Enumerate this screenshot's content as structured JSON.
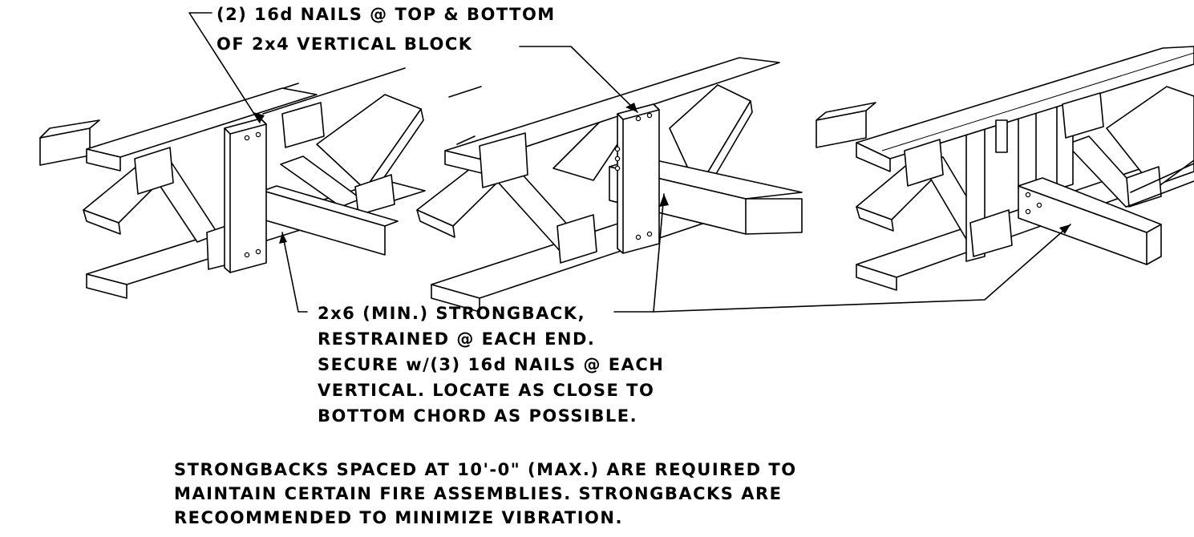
{
  "annotations": {
    "nails_line1": "(2) 16d NAILS @ TOP & BOTTOM",
    "nails_line2": "OF 2x4 VERTICAL BLOCK",
    "strongback_line1": "2x6 (MIN.) STRONGBACK,",
    "strongback_line2": "RESTRAINED @ EACH END.",
    "strongback_line3": "SECURE w/(3) 16d NAILS @ EACH",
    "strongback_line4": "VERTICAL.  LOCATE AS CLOSE TO",
    "strongback_line5": "BOTTOM CHORD AS POSSIBLE."
  },
  "note": {
    "line1_pre": "STRONGBACKS SPACED AT 10'-0\" (MAX.) ARE ",
    "line1_u": "REQUIRED",
    "line1_post": " TO",
    "line2": "MAINTAIN CERTAIN FIRE ASSEMBLIES.  STRONGBACKS ARE",
    "line3_pre": "RECOOMMENDED TO ",
    "line3_u": "MINIMIZE VIBRATION."
  }
}
